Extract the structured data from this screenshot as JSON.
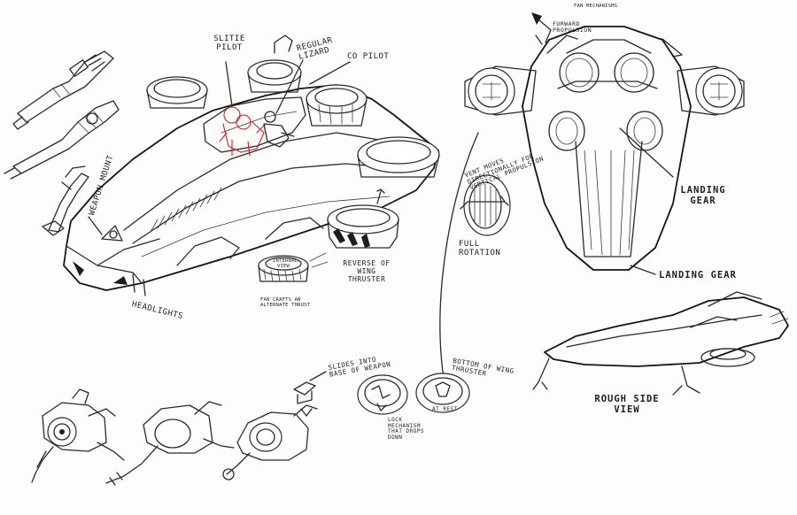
{
  "labels": {
    "slitie_pilot": "Slitie Pilot",
    "regular_lizard": "Regular Lizard",
    "co_pilot": "Co Pilot",
    "weapon_mount": "Weapon Mount",
    "headlights": "Headlights",
    "internal_view": "Internal View",
    "fan_crafts_note": "Fan crafts an alternate thrust",
    "reverse_wing_thruster": "Reverse of Wing Thruster",
    "forward_propulsion": "Forward Propulsion",
    "top_note": "Fan Mechanisms",
    "vent_moves": "Vent moves directionally for vertical propulsion",
    "full_rotation": "Full Rotation",
    "landing_gear_side": "Landing Gear",
    "landing_gear_bottom": "Landing Gear",
    "slides_into_weapon": "Slides into base of weapon",
    "bottom_wing_thruster": "Bottom of wing thruster",
    "lock_mechanism": "Lock mechanism that drops down",
    "at_rest": "At rest",
    "rough_side_view": "Rough Side View"
  },
  "colors": {
    "ink": "#2a2a2a",
    "pilot_red": "#d11f1f",
    "paper": "#fdfdfb"
  }
}
